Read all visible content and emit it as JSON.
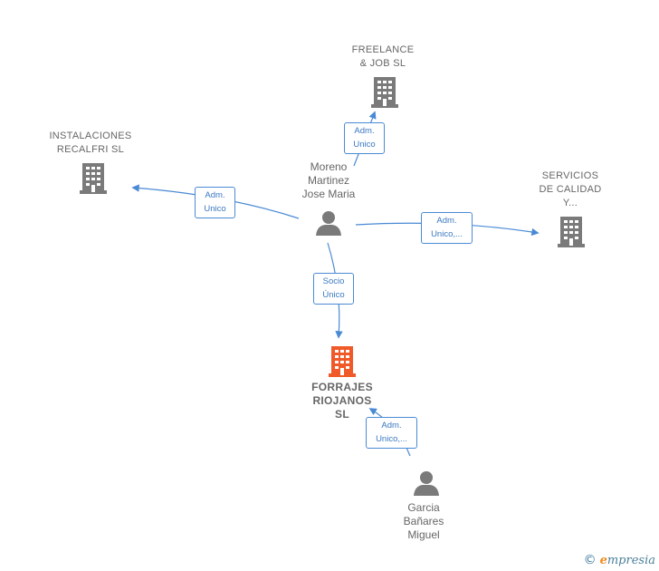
{
  "nodes": {
    "freelance": {
      "lines": [
        "FREELANCE",
        "& JOB  SL"
      ],
      "kind": "company"
    },
    "instalaciones": {
      "lines": [
        "INSTALACIONES",
        "RECALFRI SL"
      ],
      "kind": "company"
    },
    "servicios": {
      "lines": [
        "SERVICIOS",
        "DE CALIDAD",
        "Y..."
      ],
      "kind": "company"
    },
    "forrajes": {
      "lines": [
        "FORRAJES",
        "RIOJANOS",
        "SL"
      ],
      "kind": "focus-company"
    },
    "moreno": {
      "lines": [
        "Moreno",
        "Martinez",
        "Jose Maria"
      ],
      "kind": "person"
    },
    "garcia": {
      "lines": [
        "Garcia",
        "Bañares",
        "Miguel"
      ],
      "kind": "person"
    }
  },
  "edges": [
    {
      "from": "moreno",
      "to": "freelance",
      "label": [
        "Adm.",
        "Unico"
      ]
    },
    {
      "from": "moreno",
      "to": "instalaciones",
      "label": [
        "Adm.",
        "Unico"
      ]
    },
    {
      "from": "moreno",
      "to": "servicios",
      "label": [
        "Adm.",
        "Unico,..."
      ]
    },
    {
      "from": "moreno",
      "to": "forrajes",
      "label": [
        "Socio",
        "Único"
      ]
    },
    {
      "from": "garcia",
      "to": "forrajes",
      "label": [
        "Adm.",
        "Unico,..."
      ]
    }
  ],
  "colors": {
    "company": "#7a7a7a",
    "focus_company": "#f05a28",
    "person": "#7a7a7a",
    "edge": "#4a8ad4",
    "edge_label_text": "#3a78c2"
  },
  "brand": {
    "copyright": "©",
    "initial": "e",
    "rest": "mpresia"
  }
}
